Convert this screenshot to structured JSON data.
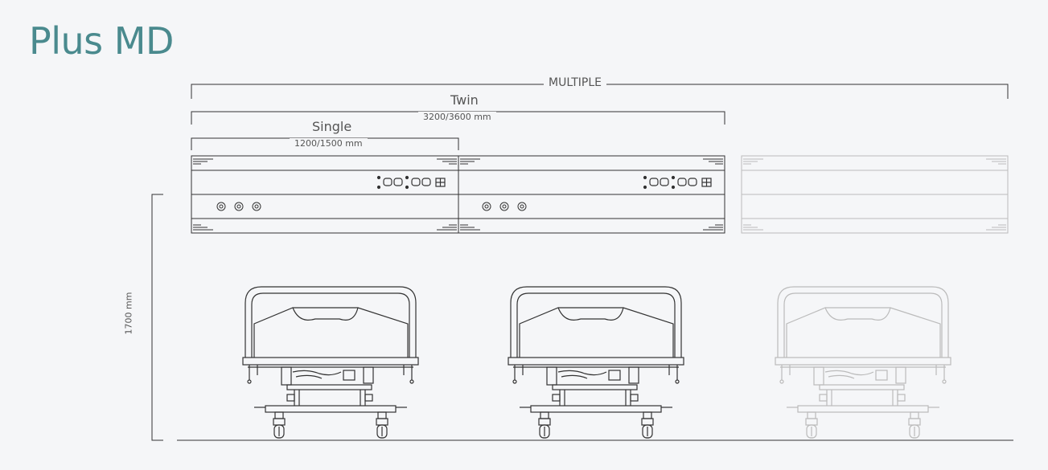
{
  "title": "Plus MD",
  "dimensions": {
    "multiple": {
      "label": "MULTIPLE"
    },
    "twin": {
      "label": "Twin",
      "size": "3200/3600 mm"
    },
    "single": {
      "label": "Single",
      "size": "1200/1500 mm"
    },
    "height": "1700 mm"
  },
  "colors": {
    "title": "#4a8a8e",
    "line": "#333333",
    "faded": "#bbbbbb",
    "background": "#f5f6f8"
  },
  "panels": [
    {
      "id": "panel-1",
      "style": "solid",
      "display_icon": "display-grid-icon",
      "outlets": 3
    },
    {
      "id": "panel-2",
      "style": "solid",
      "display_icon": "display-grid-icon",
      "outlets": 3
    },
    {
      "id": "panel-3",
      "style": "faded"
    }
  ],
  "beds": [
    {
      "id": "bed-1",
      "style": "solid"
    },
    {
      "id": "bed-2",
      "style": "solid"
    },
    {
      "id": "bed-3",
      "style": "faded"
    }
  ]
}
